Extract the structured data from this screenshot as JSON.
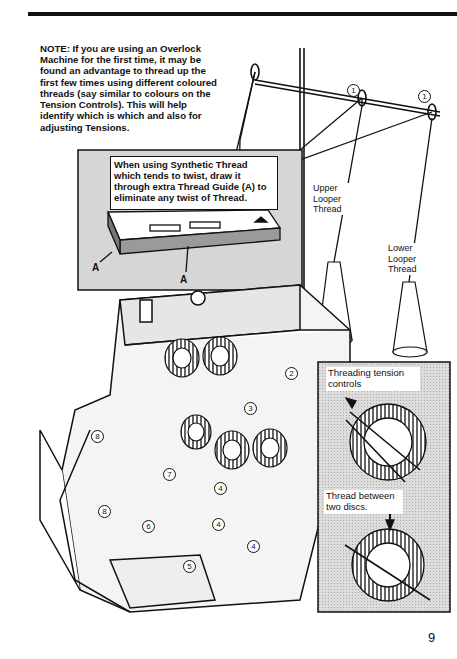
{
  "diagram": {
    "nodes": [
      {
        "text": [
          "When using Synthetic Thread which tends to twist, draw it through extra Thread Guide (A) to eliminate any twist of Thread."
        ]
      },
      {
        "text": [
          "Threading tension controls",
          "Thread between two discs."
        ]
      }
    ],
    "labels": [
      "NOTE: If you are using an Overlock Machine for the first time, it may be found an advantage to thread up the first few times using different coloured threads (say similar to colours on the Tension Controls). This will help identify which is which and also for adjusting Tensions.",
      "Upper Looper Thread",
      "Lower Looper Thread",
      "A",
      "A",
      "1",
      "1",
      "2",
      "3",
      "4",
      "4",
      "4",
      "5",
      "6",
      "7",
      "8",
      "8",
      "9"
    ]
  }
}
